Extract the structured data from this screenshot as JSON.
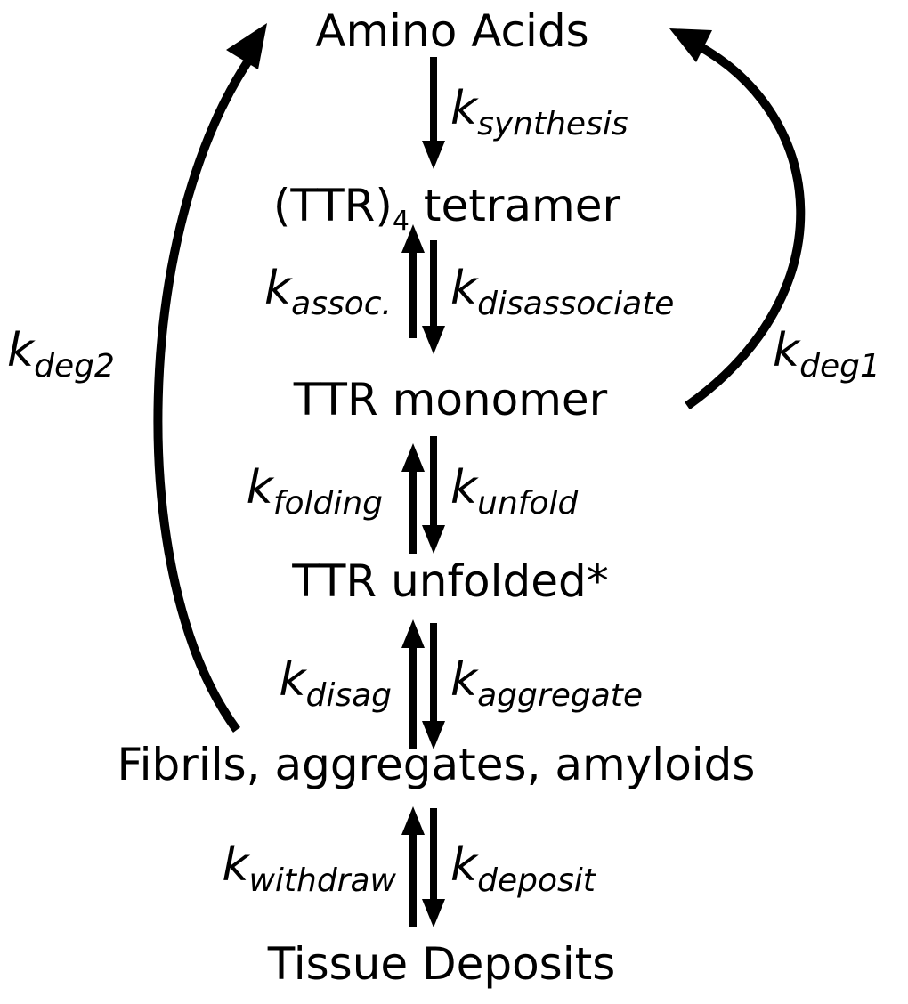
{
  "nodes": {
    "amino_acids": "Amino Acids",
    "tetramer_prefix": "(TTR)",
    "tetramer_subscript": "4",
    "tetramer_suffix": " tetramer",
    "monomer": "TTR monomer",
    "unfolded": "TTR unfolded*",
    "fibrils": "Fibrils, aggregates, amyloids",
    "tissue": "Tissue Deposits"
  },
  "rates": {
    "k_symbol": "k",
    "synthesis": "synthesis",
    "assoc": "assoc.",
    "disassociate": "disassociate",
    "folding": "folding",
    "unfold": "unfold",
    "disag": "disag",
    "aggregate": "aggregate",
    "withdraw": "withdraw",
    "deposit": "deposit",
    "deg1": "deg1",
    "deg2": "deg2"
  },
  "colors": {
    "ink": "#000000",
    "background": "#ffffff"
  }
}
